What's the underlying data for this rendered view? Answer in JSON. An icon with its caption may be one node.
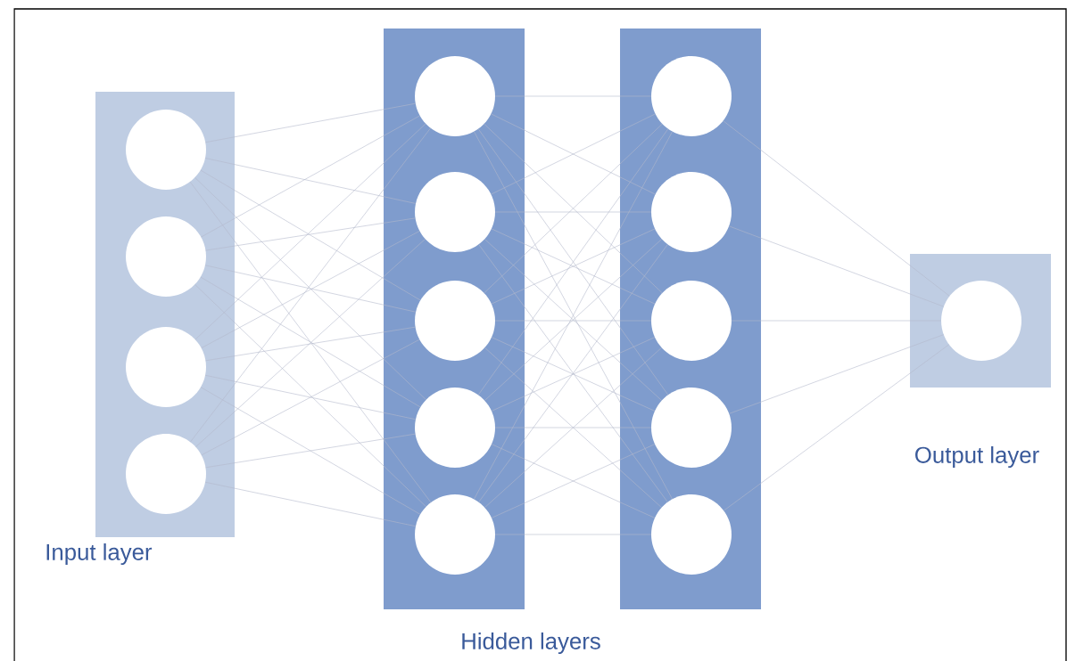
{
  "diagram": {
    "nodes": [
      {
        "text": [
          "Input layer"
        ]
      },
      {
        "text": [],
        "shape": "circle",
        "in": 0
      },
      {
        "text": [],
        "shape": "circle",
        "in": 0
      },
      {
        "text": [],
        "shape": "circle",
        "in": 0
      },
      {
        "text": [],
        "shape": "circle",
        "in": 0
      },
      {
        "text": [],
        "shape": "box"
      },
      {
        "text": [],
        "shape": "circle",
        "in": 5
      },
      {
        "text": [],
        "shape": "circle",
        "in": 5
      },
      {
        "text": [],
        "shape": "circle",
        "in": 5
      },
      {
        "text": [],
        "shape": "circle",
        "in": 5
      },
      {
        "text": [],
        "shape": "circle",
        "in": 5
      },
      {
        "text": [],
        "shape": "box"
      },
      {
        "text": [],
        "shape": "circle",
        "in": 11
      },
      {
        "text": [],
        "shape": "circle",
        "in": 11
      },
      {
        "text": [],
        "shape": "circle",
        "in": 11
      },
      {
        "text": [],
        "shape": "circle",
        "in": 11
      },
      {
        "text": [],
        "shape": "circle",
        "in": 11
      },
      {
        "text": [
          "Output layer"
        ]
      },
      {
        "text": [],
        "shape": "circle",
        "in": 17
      }
    ],
    "edges": [
      {
        "from": 1,
        "to": 6,
        "arrow": "none"
      },
      {
        "from": 1,
        "to": 7,
        "arrow": "none"
      },
      {
        "from": 1,
        "to": 8,
        "arrow": "none"
      },
      {
        "from": 1,
        "to": 9,
        "arrow": "none"
      },
      {
        "from": 1,
        "to": 10,
        "arrow": "none"
      },
      {
        "from": 2,
        "to": 6,
        "arrow": "none"
      },
      {
        "from": 2,
        "to": 7,
        "arrow": "none"
      },
      {
        "from": 2,
        "to": 8,
        "arrow": "none"
      },
      {
        "from": 2,
        "to": 9,
        "arrow": "none"
      },
      {
        "from": 2,
        "to": 10,
        "arrow": "none"
      },
      {
        "from": 3,
        "to": 6,
        "arrow": "none"
      },
      {
        "from": 3,
        "to": 7,
        "arrow": "none"
      },
      {
        "from": 3,
        "to": 8,
        "arrow": "none"
      },
      {
        "from": 3,
        "to": 9,
        "arrow": "none"
      },
      {
        "from": 3,
        "to": 10,
        "arrow": "none"
      },
      {
        "from": 4,
        "to": 6,
        "arrow": "none"
      },
      {
        "from": 4,
        "to": 7,
        "arrow": "none"
      },
      {
        "from": 4,
        "to": 8,
        "arrow": "none"
      },
      {
        "from": 4,
        "to": 9,
        "arrow": "none"
      },
      {
        "from": 4,
        "to": 10,
        "arrow": "none"
      },
      {
        "from": 6,
        "to": 12,
        "arrow": "none"
      },
      {
        "from": 6,
        "to": 13,
        "arrow": "none"
      },
      {
        "from": 6,
        "to": 14,
        "arrow": "none"
      },
      {
        "from": 6,
        "to": 15,
        "arrow": "none"
      },
      {
        "from": 6,
        "to": 16,
        "arrow": "none"
      },
      {
        "from": 7,
        "to": 12,
        "arrow": "none"
      },
      {
        "from": 7,
        "to": 13,
        "arrow": "none"
      },
      {
        "from": 7,
        "to": 14,
        "arrow": "none"
      },
      {
        "from": 7,
        "to": 15,
        "arrow": "none"
      },
      {
        "from": 7,
        "to": 16,
        "arrow": "none"
      },
      {
        "from": 8,
        "to": 12,
        "arrow": "none"
      },
      {
        "from": 8,
        "to": 13,
        "arrow": "none"
      },
      {
        "from": 8,
        "to": 14,
        "arrow": "none"
      },
      {
        "from": 8,
        "to": 15,
        "arrow": "none"
      },
      {
        "from": 8,
        "to": 16,
        "arrow": "none"
      },
      {
        "from": 9,
        "to": 12,
        "arrow": "none"
      },
      {
        "from": 9,
        "to": 13,
        "arrow": "none"
      },
      {
        "from": 9,
        "to": 14,
        "arrow": "none"
      },
      {
        "from": 9,
        "to": 15,
        "arrow": "none"
      },
      {
        "from": 9,
        "to": 16,
        "arrow": "none"
      },
      {
        "from": 10,
        "to": 12,
        "arrow": "none"
      },
      {
        "from": 10,
        "to": 13,
        "arrow": "none"
      },
      {
        "from": 10,
        "to": 14,
        "arrow": "none"
      },
      {
        "from": 10,
        "to": 15,
        "arrow": "none"
      },
      {
        "from": 10,
        "to": 16,
        "arrow": "none"
      },
      {
        "from": 12,
        "to": 18,
        "arrow": "none"
      },
      {
        "from": 13,
        "to": 18,
        "arrow": "none"
      },
      {
        "from": 14,
        "to": 18,
        "arrow": "none"
      },
      {
        "from": 15,
        "to": 18,
        "arrow": "none"
      },
      {
        "from": 16,
        "to": 18,
        "arrow": "none"
      }
    ],
    "labels": [
      "Hidden layers"
    ]
  }
}
